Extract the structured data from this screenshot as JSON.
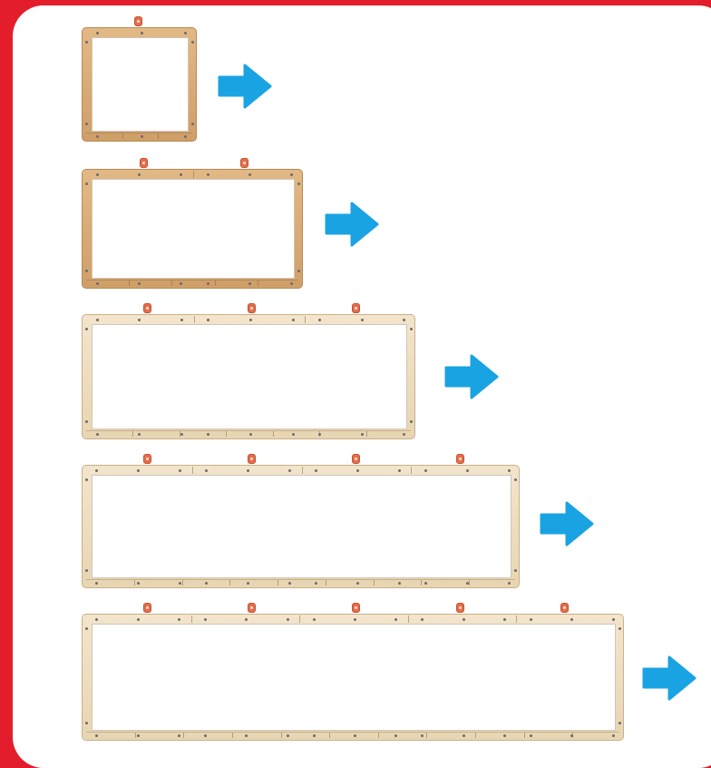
{
  "colors": {
    "border_red": "#e31d2b",
    "panel": "#ffffff",
    "arrow": "#1aa3e2",
    "wood_dark": "#d8ab75",
    "wood_light": "#efdfc3",
    "peg": "#e46e4b"
  },
  "icons": {
    "arrow": "arrow-right-icon",
    "peg": "peg-icon"
  },
  "frames": [
    {
      "id": "frame-1-section",
      "sections": 1,
      "pegs": 1,
      "finish": "dark"
    },
    {
      "id": "frame-2-section",
      "sections": 2,
      "pegs": 2,
      "finish": "dark"
    },
    {
      "id": "frame-3-section",
      "sections": 3,
      "pegs": 3,
      "finish": "light"
    },
    {
      "id": "frame-4-section",
      "sections": 4,
      "pegs": 4,
      "finish": "light"
    },
    {
      "id": "frame-5-section",
      "sections": 5,
      "pegs": 5,
      "finish": "light"
    }
  ]
}
